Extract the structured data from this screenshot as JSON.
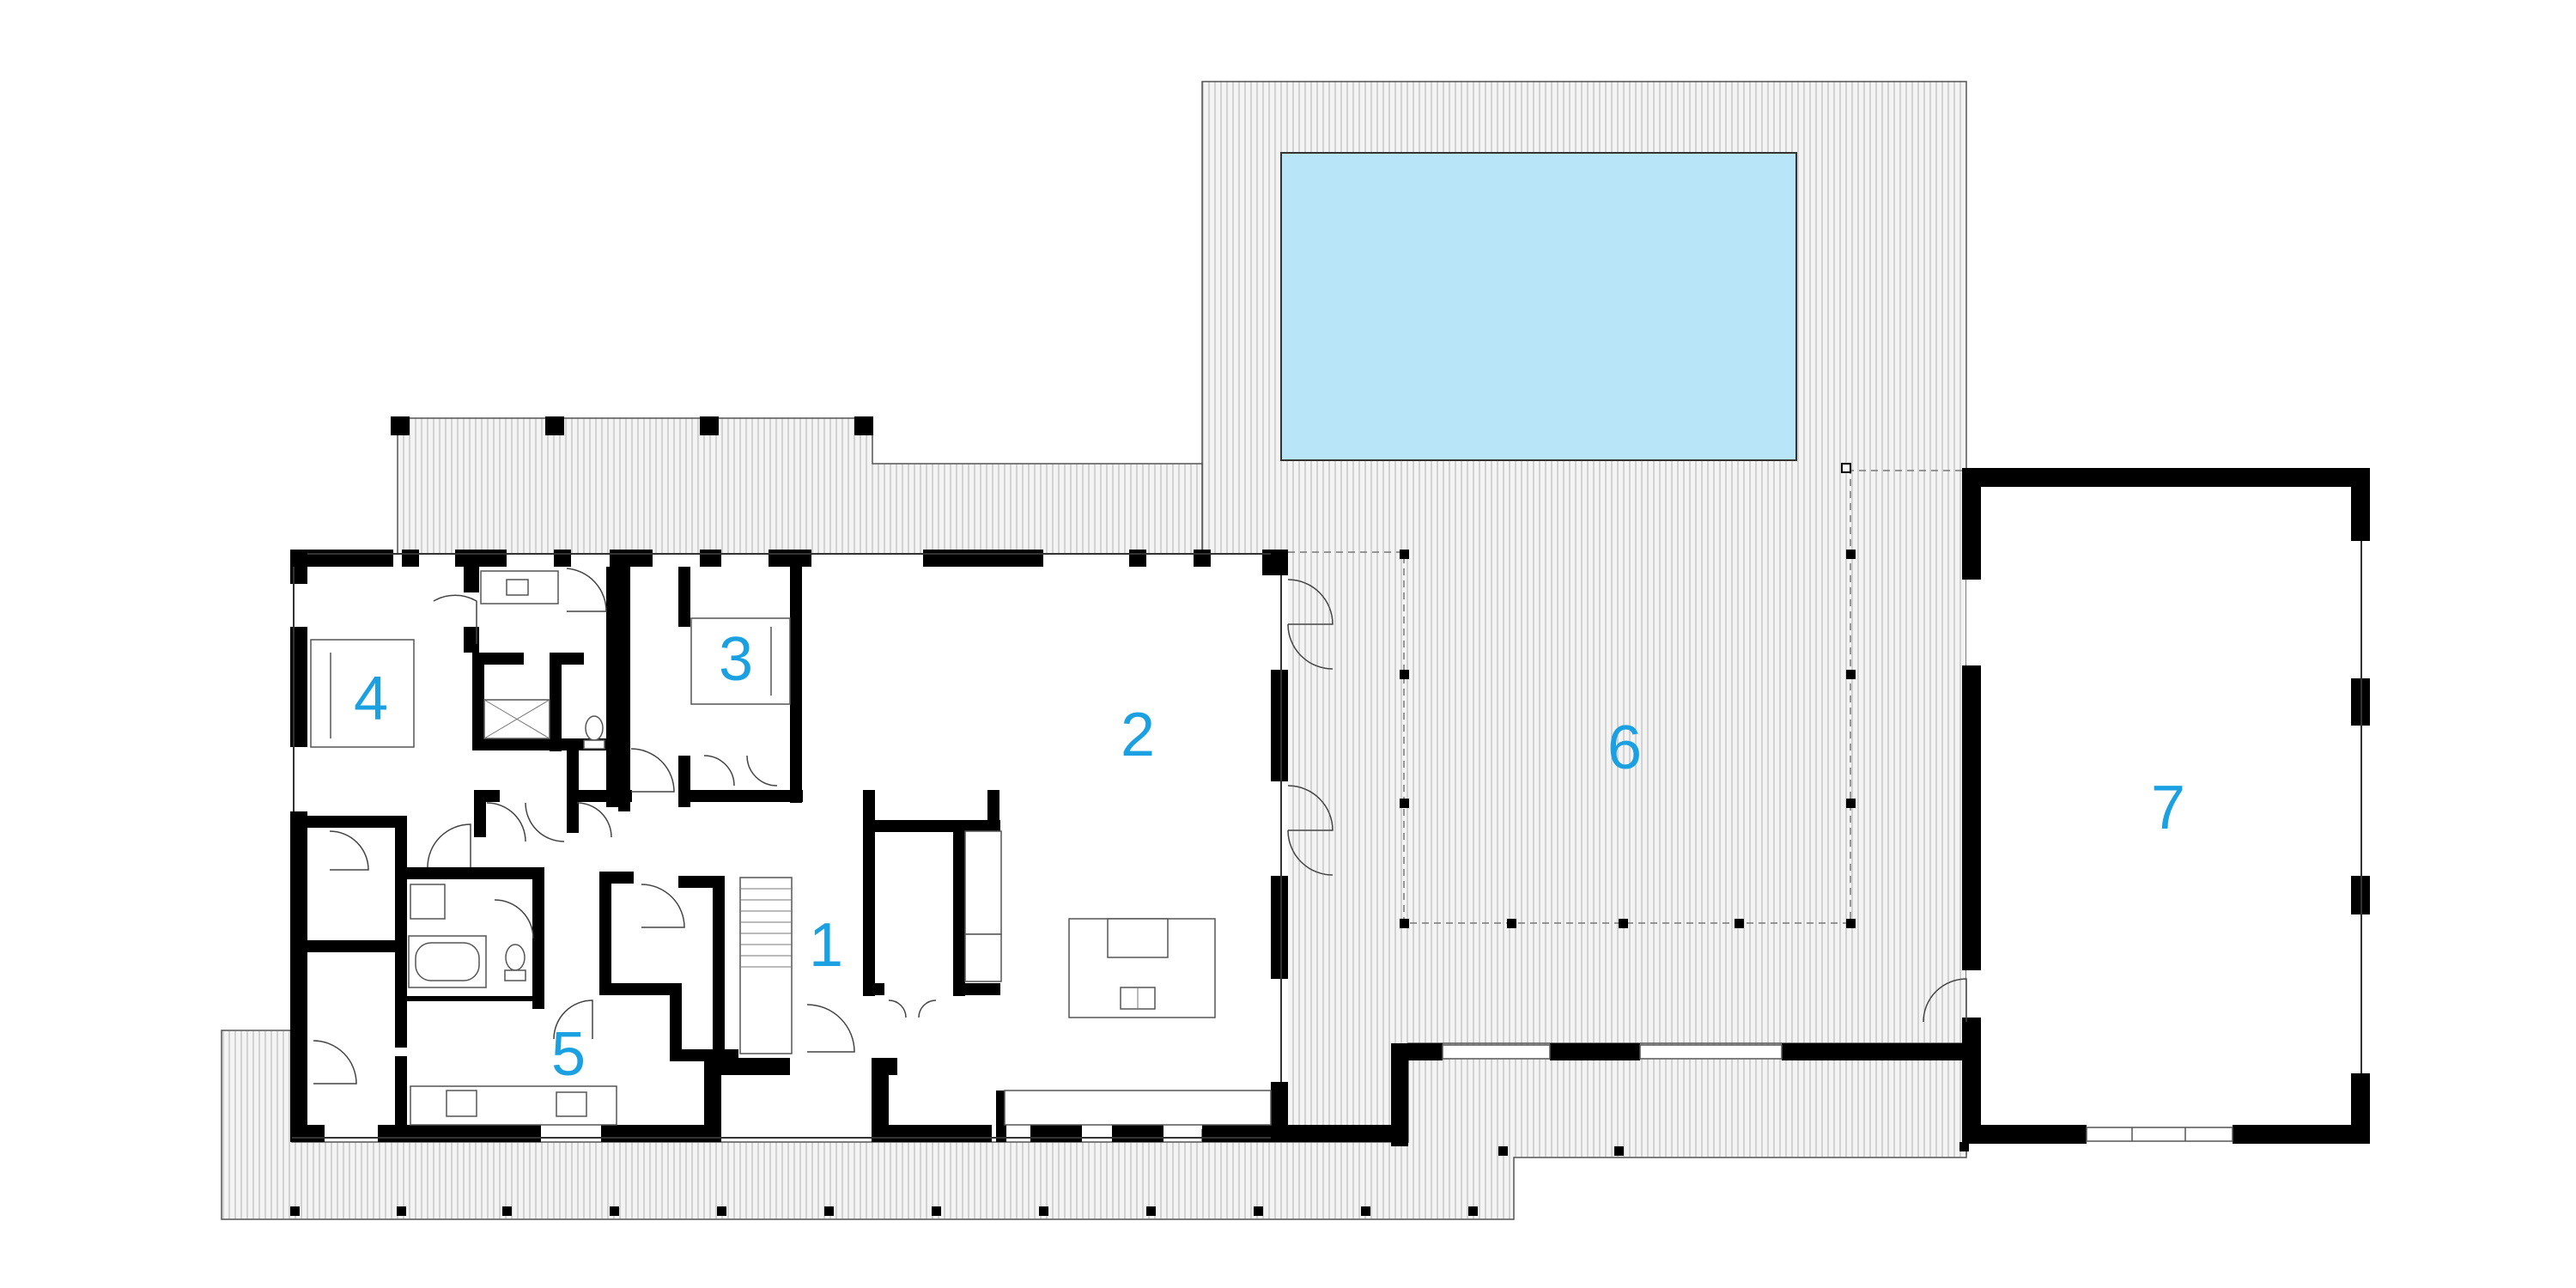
{
  "colors": {
    "label": "#1ba1e2",
    "pool": "#b8e6f8",
    "wall": "#000000",
    "deck_line": "#b0b0b0",
    "background": "#ffffff"
  },
  "rooms": [
    {
      "id": "stair-hall",
      "label": "1"
    },
    {
      "id": "living-kitchen",
      "label": "2"
    },
    {
      "id": "bedroom-small",
      "label": "3"
    },
    {
      "id": "bedroom-main",
      "label": "4"
    },
    {
      "id": "bath-laundry",
      "label": "5"
    },
    {
      "id": "pool-terrace",
      "label": "6"
    },
    {
      "id": "garage",
      "label": "7"
    }
  ]
}
